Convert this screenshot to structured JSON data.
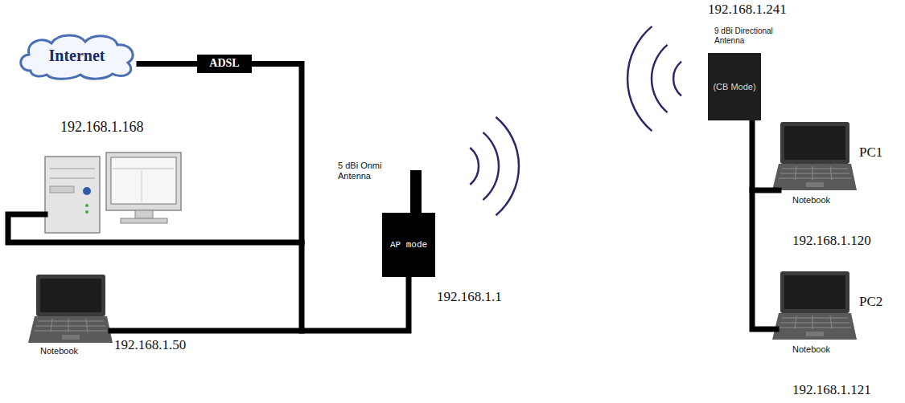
{
  "diagram": {
    "nodes": [
      {
        "text": [
          "Internet"
        ]
      },
      {
        "text": [
          "ADSL"
        ]
      },
      {
        "text": [
          "AP mode"
        ]
      },
      {
        "text": [
          "(CB Mode)"
        ]
      }
    ],
    "edges": [
      {
        "from": 0,
        "to": 1,
        "arrow": "none"
      },
      {
        "from": 1,
        "to": 2,
        "arrow": "none"
      }
    ],
    "labels": [
      "192.168.1.241",
      "9 dBi Directional Antenna",
      "192.168.1.168",
      "PC1",
      "Notebook",
      "192.168.1.120",
      "5 dBi Onmi Antenna",
      "192.168.1.1",
      "PC2",
      "Notebook",
      "192.168.1.50",
      "Notebook",
      "192.168.1.121"
    ]
  }
}
